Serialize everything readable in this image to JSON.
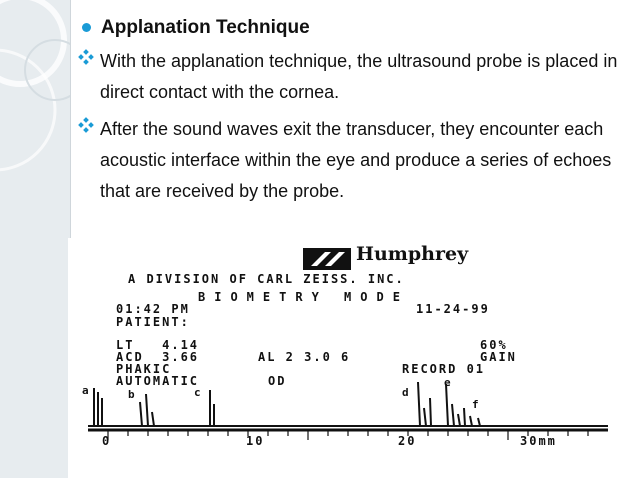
{
  "slide": {
    "heading": "Applanation Technique",
    "bullets": [
      "With the applanation technique, the ultrasound probe is placed in direct contact with the cornea.",
      "After the sound waves exit the transducer, they encounter each acoustic interface within the eye and produce a series of echoes that are received by the probe."
    ],
    "accent_color": "#1a9bd6"
  },
  "printout": {
    "brand": "Humphrey",
    "division": "A DIVISION OF CARL ZEISS. INC.",
    "mode": "BIOMETRY MODE",
    "time": "01:42 PM",
    "date": "11-24-99",
    "patient_label": "PATIENT:",
    "lt": "LT   4.14",
    "gain_pct": "60%",
    "acd": "ACD  3.66",
    "al": "AL 2 3.0 6",
    "gain_label": "GAIN",
    "phakic": "PHAKIC",
    "record": "RECORD 01",
    "automatic": "AUTOMATIC",
    "od": "OD",
    "peak_labels": [
      "a",
      "b",
      "c",
      "d",
      "e",
      "f"
    ],
    "scale": [
      "0",
      "10",
      "20",
      "30mm"
    ]
  }
}
